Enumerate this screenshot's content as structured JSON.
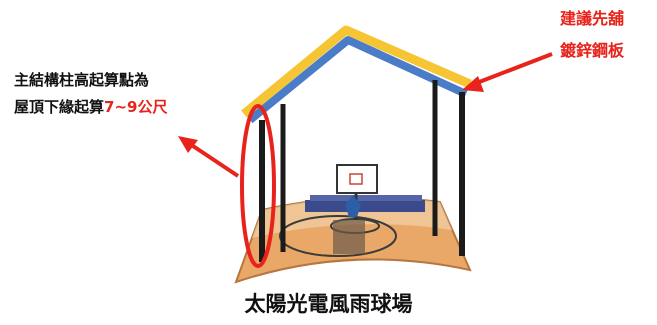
{
  "left_note": {
    "line1": "主結構柱高起算點為",
    "line2_prefix": "屋頂下緣起算",
    "line2_highlight": "7~9公尺"
  },
  "right_note": {
    "line1": "建議先舖",
    "line2": "鍍鋅鋼板"
  },
  "caption": "太陽光電風雨球場",
  "colors": {
    "annotation_red": "#e8231b",
    "solar_roof_yellow": "#f5c533",
    "roof_underside_blue": "#4a7cc7",
    "court_orange": "#e9a867",
    "court_floor_light": "#f3d8b4",
    "column_black": "#1a1a1a"
  },
  "icons": [
    "basketball-hoop-icon",
    "bleachers-icon",
    "player-silhouette-icon"
  ]
}
